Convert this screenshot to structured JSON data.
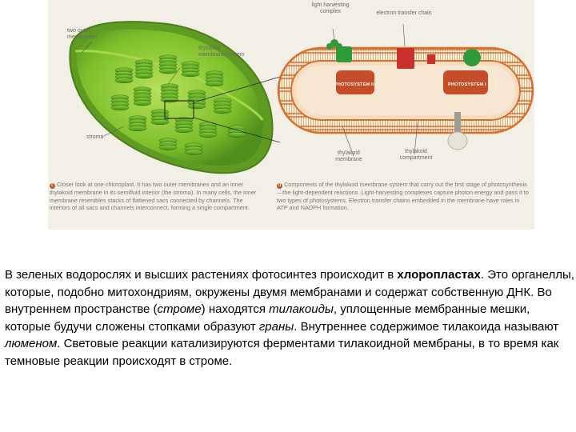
{
  "figure": {
    "left_panel": {
      "label_outer_membranes": "two outer membranes",
      "label_thylakoid_system": "thylakoid membrane system",
      "label_stroma": "stroma",
      "caption_letter": "c",
      "caption": "Closer look at one chloroplast. It has two outer membranes and an inner thylakoid membrane in its semifluid interior (the stroma). In many cells, the inner membrane resembles stacks of flattened sacs connected by channels. The interiors of all sacs and channels interconnect, forming a single compartment."
    },
    "right_panel": {
      "label_light_harvesting": "light harvesting complex",
      "label_electron_transfer": "electron transfer chain",
      "label_photosystem_2": "PHOTOSYSTEM II",
      "label_photosystem_1": "PHOTOSYSTEM I",
      "label_thylakoid_membrane": "thylakoid membrane",
      "label_thylakoid_compartment": "thylakoid compartment",
      "caption_letter": "d",
      "caption": "Components of the thylakoid membrane system that carry out the first stage of photosynthesis—the light-dependent reactions. Light-harvesting complexes capture photon energy and pass it to two types of photosystems. Electron transfer chains embedded in the membrane have roles in ATP and NADPH formation."
    },
    "colors": {
      "chloroplast_green": "#7cbf2a",
      "membrane_orange": "#e08a3a",
      "photosystem_green": "#2f9a3a",
      "transport_red": "#c8312c"
    }
  },
  "text": {
    "p1": "В зеленых водорослях и высших растениях фотосинтез происходит в ",
    "term_chloroplasts": "хлоропластах",
    "p2": ". Это органеллы, которые, подобно митохондриям, окружены двумя мембранами и содержат собственную ДНК. Во внутреннем пространстве (",
    "term_stroma": "строме",
    "p3": ") находятся ",
    "term_thylakoids": "тилакоиды",
    "p4": ", уплощенные мембранные мешки, которые будучи сложены стопками образуют ",
    "term_grana": "граны",
    "p5": ". Внутреннее содержимое тилакоида называют ",
    "term_lumen": "люменом",
    "p6": ". Световые реакции катализируются ферментами тилакоидной мембраны, в то время как темновые реакции происходят в строме."
  }
}
